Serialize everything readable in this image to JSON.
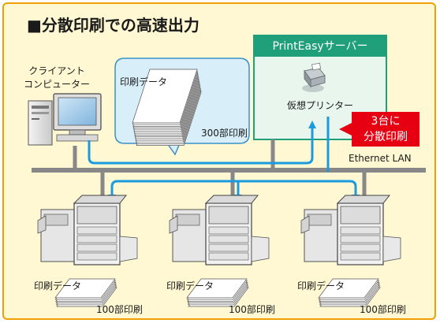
{
  "title": "■分散印刷での高速出力",
  "client": {
    "line1": "クライアント",
    "line2": "コンピューター"
  },
  "bubble": {
    "label": "印刷データ",
    "count": "300部印刷"
  },
  "server": {
    "name": "PrintEasyサーバー",
    "virtual_printer": "仮想プリンター"
  },
  "callout": {
    "line1": "3台に",
    "line2": "分散印刷"
  },
  "network": {
    "label": "Ethernet LAN"
  },
  "printers": [
    {
      "doc_label": "印刷データ",
      "count": "100部印刷"
    },
    {
      "doc_label": "印刷データ",
      "count": "100部印刷"
    },
    {
      "doc_label": "印刷データ",
      "count": "100部印刷"
    }
  ],
  "colors": {
    "frame_border": "#f0a000",
    "frame_fill": "#fff8d2",
    "server_header": "#1fa07a",
    "server_fill": "#e8f6ee",
    "bubble_fill": "#d8eef9",
    "bubble_border": "#3c8fc7",
    "flow_arrow": "#1a9be0",
    "callout_fill": "#e60012",
    "network_line": "#888888"
  }
}
